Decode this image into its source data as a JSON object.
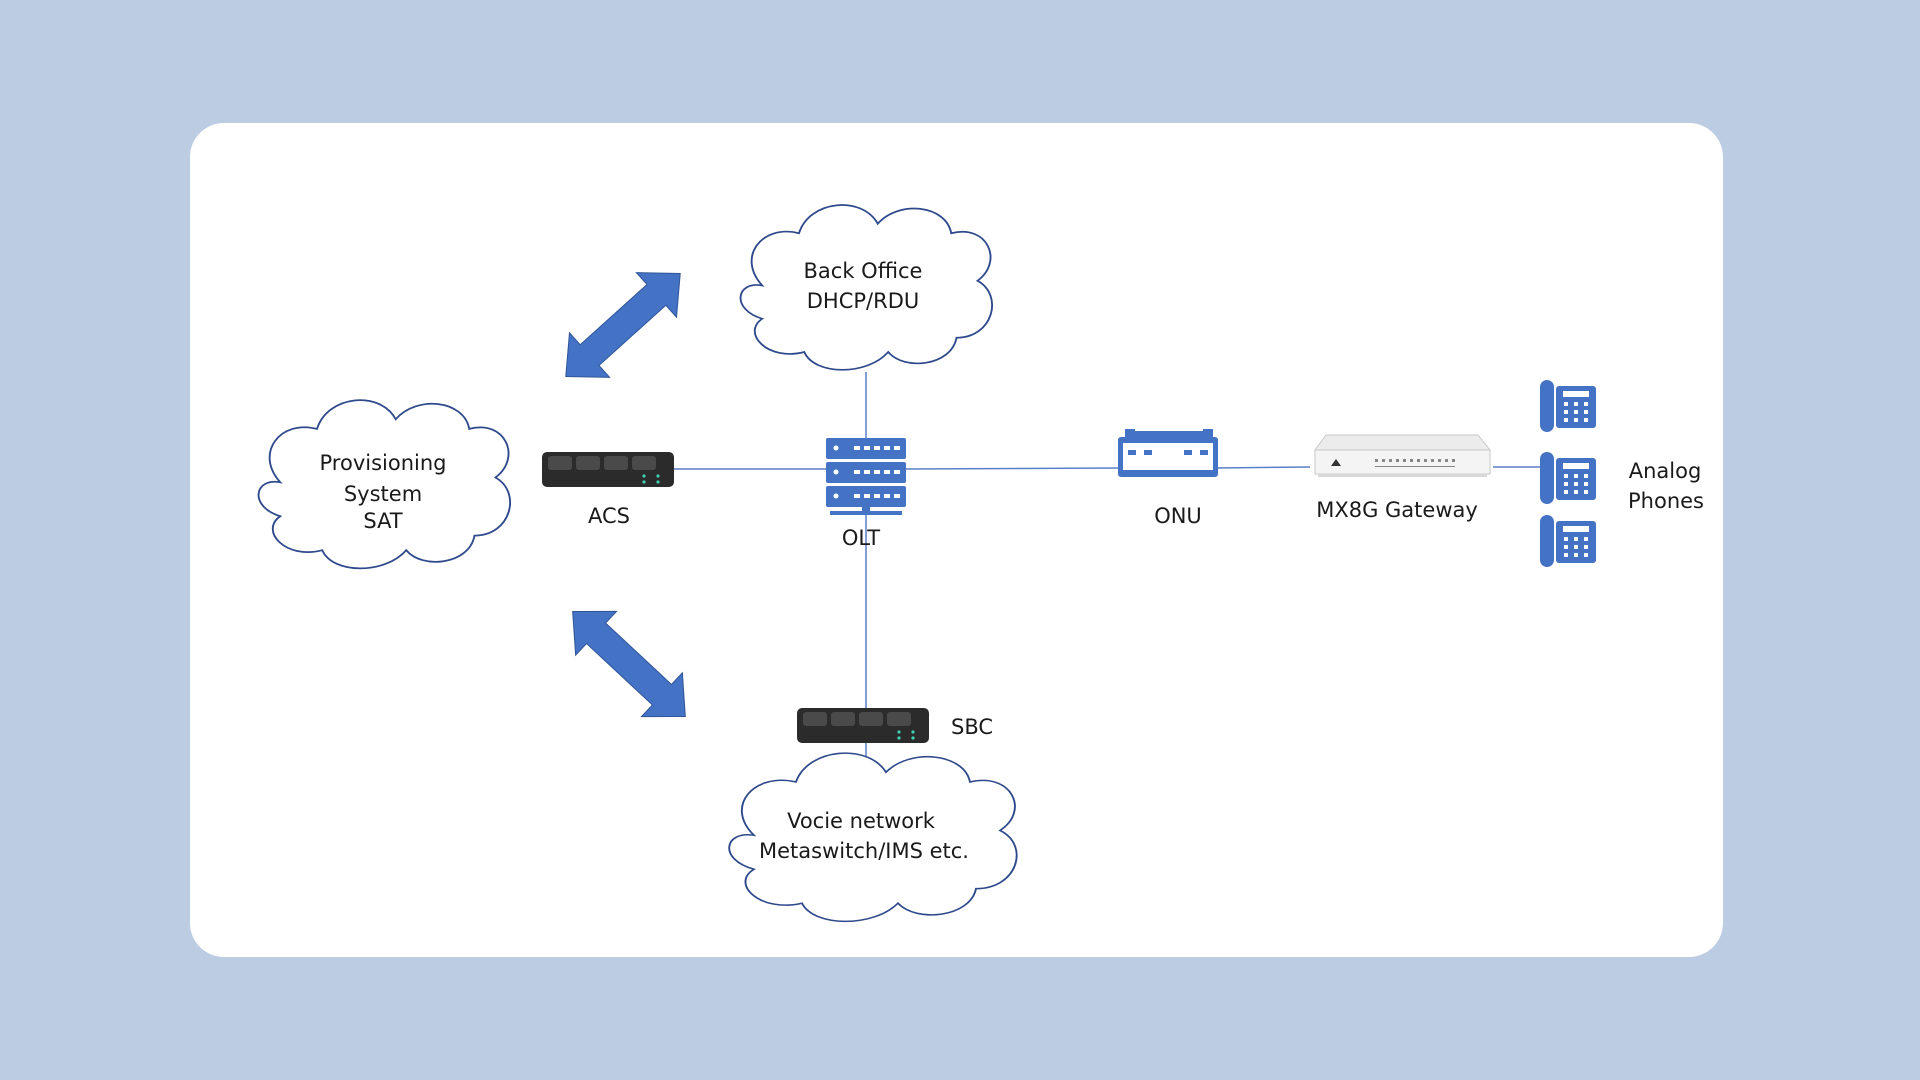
{
  "clouds": {
    "back_office": {
      "line1": "Back Office",
      "line2": "DHCP/RDU"
    },
    "provisioning": {
      "line1": "Provisioning",
      "line2": "System",
      "line3": "SAT"
    },
    "voice": {
      "line1": "Vocie network",
      "line2": "Metaswitch/IMS etc."
    }
  },
  "devices": {
    "acs": "ACS",
    "olt": "OLT",
    "onu": "ONU",
    "gateway": "MX8G Gateway",
    "sbc": "SBC",
    "phones": {
      "line1": "Analog",
      "line2": "Phones"
    }
  },
  "colors": {
    "background": "#bccde3",
    "card": "#ffffff",
    "accent_blue": "#4472c4",
    "cloud_stroke": "#2f4a8c",
    "line": "#5b7fc7",
    "device_dark": "#2b2b2b"
  }
}
